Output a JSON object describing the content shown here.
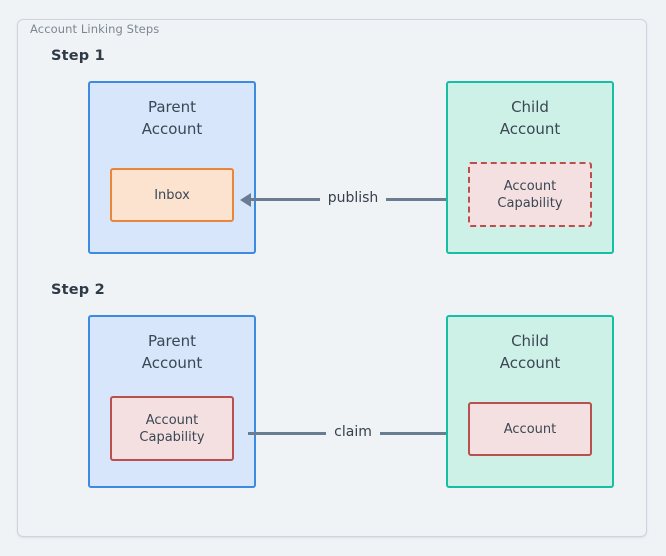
{
  "frame": {
    "legend": "Account Linking Steps",
    "border_color": "#ccd5dd",
    "background": "#f0f3f5"
  },
  "colors": {
    "parent_fill": "#d7e6fa",
    "parent_border": "#3d8be0",
    "child_fill": "#cdf0e7",
    "child_border": "#16bfa3",
    "inbox_fill": "#fbe3cf",
    "inbox_border": "#e8863b",
    "capability_fill": "#f4e0e0",
    "capability_border": "#b8504d",
    "arrow": "#6a7c91",
    "text": "#3b4754",
    "heading": "#2e3a46",
    "legend_text": "#7b8794"
  },
  "steps": [
    {
      "title": "Step 1",
      "left_box": {
        "title": "Parent\nAccount",
        "type": "parent",
        "inner": {
          "label": "Inbox",
          "style": "solid",
          "variant": "inbox"
        }
      },
      "right_box": {
        "title": "Child\nAccount",
        "type": "child",
        "inner": {
          "label": "Account\nCapability",
          "style": "dashed",
          "variant": "capability"
        }
      },
      "connector": {
        "label": "publish",
        "direction": "left"
      }
    },
    {
      "title": "Step 2",
      "left_box": {
        "title": "Parent\nAccount",
        "type": "parent",
        "inner": {
          "label": "Account\nCapability",
          "style": "solid",
          "variant": "capability"
        }
      },
      "right_box": {
        "title": "Child\nAccount",
        "type": "child",
        "inner": {
          "label": "Account",
          "style": "solid",
          "variant": "account"
        }
      },
      "connector": {
        "label": "claim",
        "direction": "right"
      }
    }
  ]
}
